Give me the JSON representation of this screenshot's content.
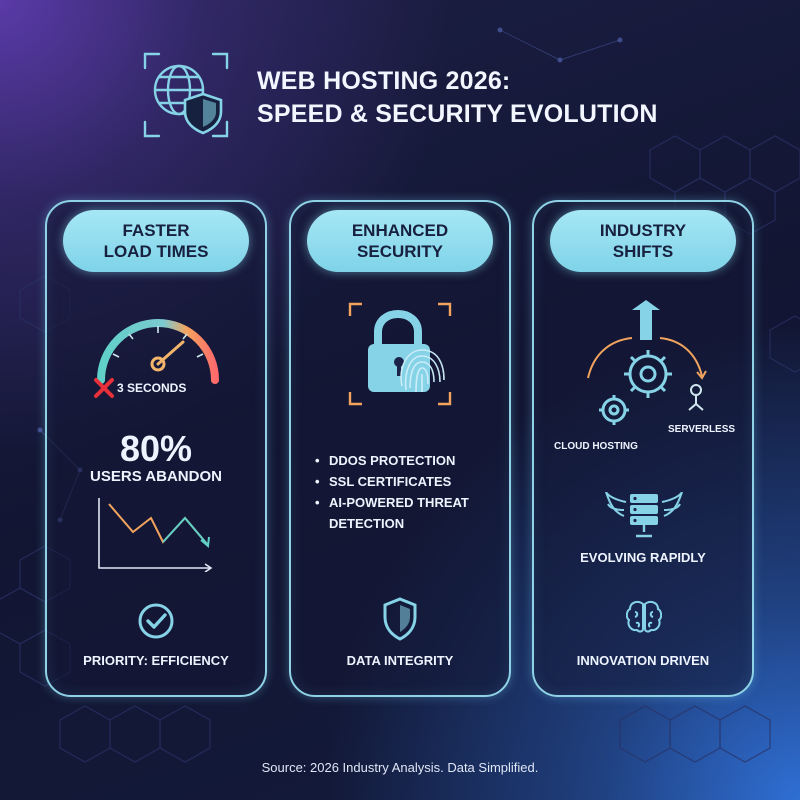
{
  "header": {
    "title_line1": "WEB HOSTING 2026:",
    "title_line2": "SPEED & SECURITY EVOLUTION",
    "logo_icon": "globe-shield-icon"
  },
  "panels": [
    {
      "title_line1": "FASTER",
      "title_line2": "LOAD TIMES",
      "gauge_label": "3 SECONDS",
      "stat_value": "80%",
      "stat_label": "USERS ABANDON",
      "trend_icon": "declining-line-chart-icon",
      "footer_label": "PRIORITY: EFFICIENCY",
      "footer_icon": "checkmark-circle-icon"
    },
    {
      "title_line1": "ENHANCED",
      "title_line2": "SECURITY",
      "main_icon": "padlock-fingerprint-icon",
      "items": [
        "DDOS PROTECTION",
        "SSL CERTIFICATES",
        "AI-POWERED THREAT DETECTION"
      ],
      "footer_label": "DATA INTEGRITY",
      "footer_icon": "shield-icon"
    },
    {
      "title_line1": "INDUSTRY",
      "title_line2": "SHIFTS",
      "diagram_label_left": "CLOUD HOSTING",
      "diagram_label_right": "SERVERLESS",
      "middle_label": "EVOLVING RAPIDLY",
      "middle_icon": "winged-server-icon",
      "footer_label": "INNOVATION DRIVEN",
      "footer_icon": "brain-icon"
    }
  ],
  "footer": {
    "source": "Source: 2026 Industry Analysis. Data Simplified."
  },
  "colors": {
    "accent": "#8fd2e6",
    "pill": "#a6e7f5",
    "gauge_start": "#5fd0c8",
    "gauge_end": "#ff7f6b",
    "alert": "#e8303a",
    "orange": "#f2a45e"
  }
}
